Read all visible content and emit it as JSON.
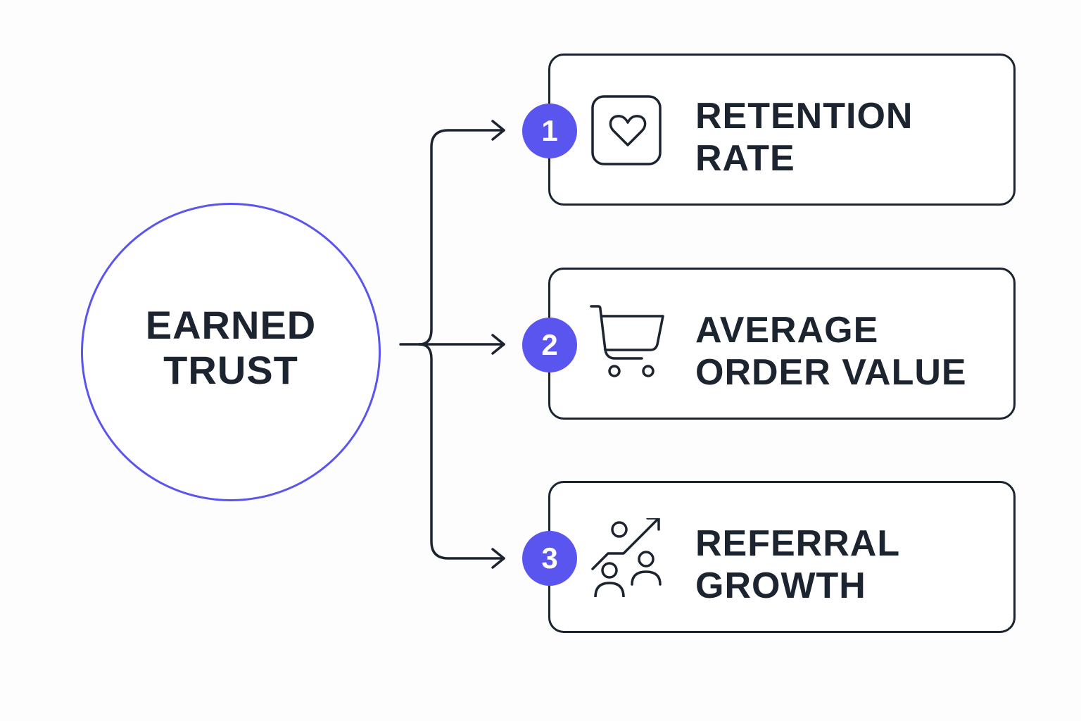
{
  "diagram": {
    "colors": {
      "background": "#fdfdfd",
      "accent": "#5b55f0",
      "ink": "#1c2430",
      "badge_text": "#ffffff"
    },
    "hub": {
      "title": "EARNED\nTRUST"
    },
    "outcomes": [
      {
        "number": "1",
        "icon": "heart-in-square-icon",
        "label": "RETENTION\nRATE"
      },
      {
        "number": "2",
        "icon": "shopping-cart-icon",
        "label": "AVERAGE\nORDER VALUE"
      },
      {
        "number": "3",
        "icon": "referral-growth-icon",
        "label": "REFERRAL\nGROWTH"
      }
    ]
  }
}
